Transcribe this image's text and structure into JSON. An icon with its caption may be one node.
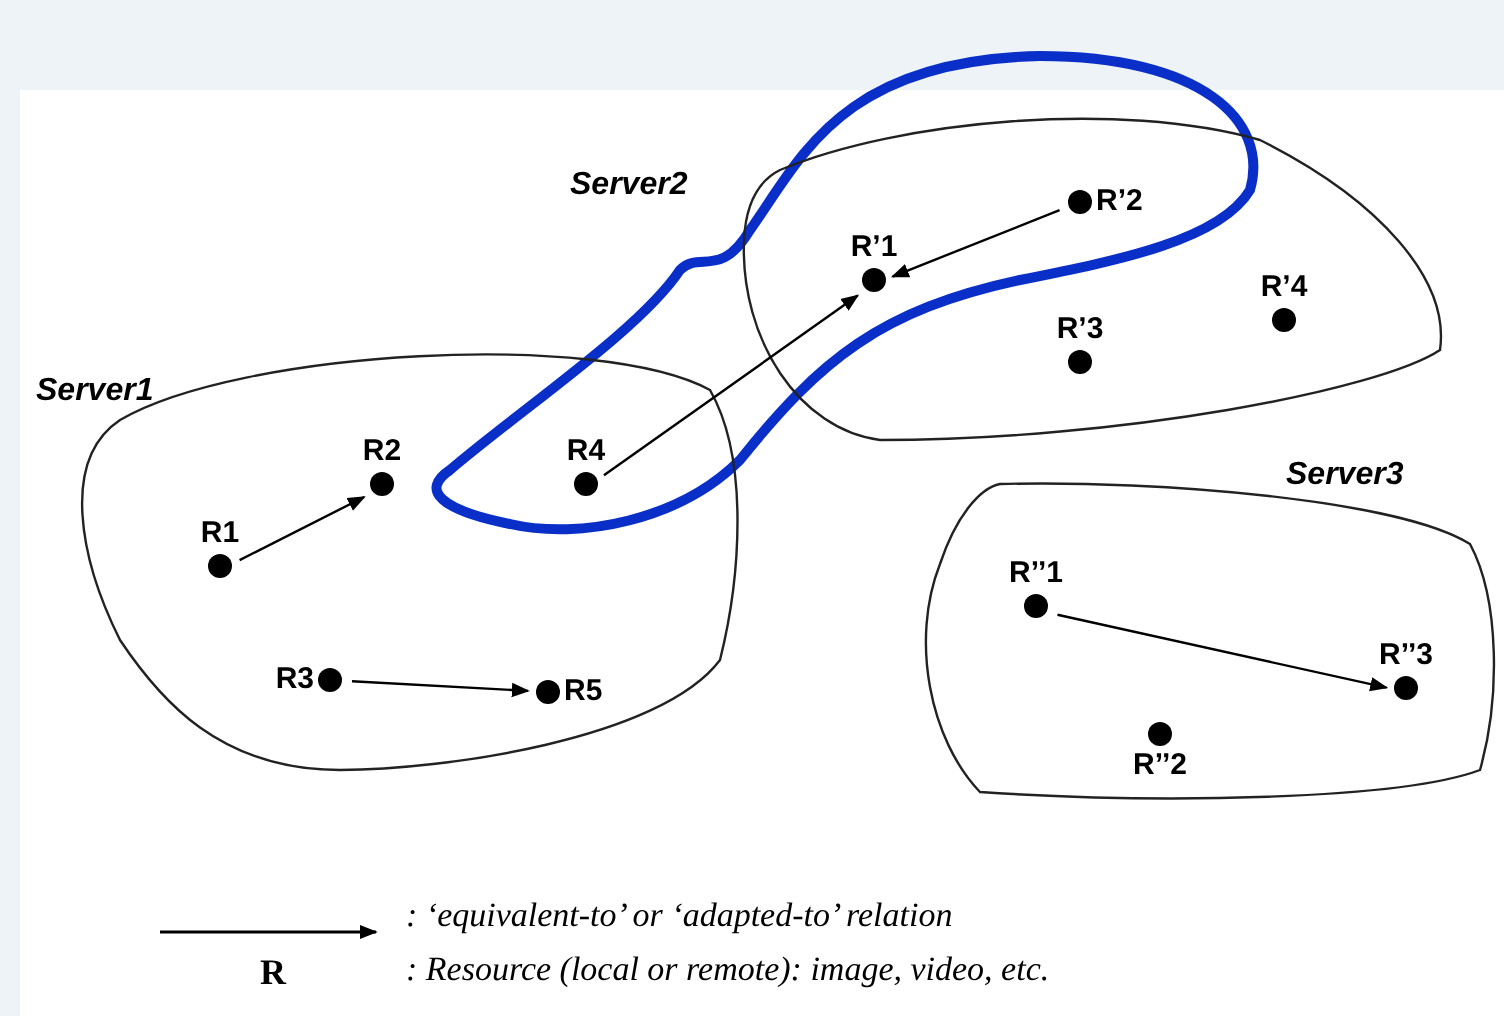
{
  "diagram": {
    "nodes": [
      {
        "text": [
          "Server1"
        ]
      },
      {
        "text": [
          "R1"
        ],
        "in": 0
      },
      {
        "text": [
          "R2"
        ],
        "in": 0
      },
      {
        "text": [
          "R4"
        ],
        "in": 0
      },
      {
        "text": [
          "R3"
        ],
        "in": 0
      },
      {
        "text": [
          "R5"
        ],
        "in": 0
      },
      {
        "text": [
          "Server2"
        ]
      },
      {
        "text": [
          "R’1"
        ],
        "in": 6
      },
      {
        "text": [
          "R’2"
        ],
        "in": 6
      },
      {
        "text": [
          "R’3"
        ],
        "in": 6
      },
      {
        "text": [
          "R’4"
        ],
        "in": 6
      },
      {
        "text": [
          "Server3"
        ]
      },
      {
        "text": [
          "R’’1"
        ],
        "in": 11
      },
      {
        "text": [
          "R’’2"
        ],
        "in": 11
      },
      {
        "text": [
          "R’’3"
        ],
        "in": 11
      }
    ],
    "edges": [
      {
        "from": 1,
        "to": 2,
        "arrow": "to"
      },
      {
        "from": 4,
        "to": 5,
        "arrow": "to"
      },
      {
        "from": 3,
        "to": 7,
        "arrow": "to"
      },
      {
        "from": 8,
        "to": 7,
        "arrow": "to"
      },
      {
        "from": 12,
        "to": 14,
        "arrow": "to"
      }
    ],
    "labels": [
      "R"
    ],
    "legend": [
      {
        "text": ": ‘equivalent-to’ or ‘adapted-to’ relation"
      },
      {
        "text": ": Resource (local or remote): image, video, etc."
      }
    ]
  }
}
